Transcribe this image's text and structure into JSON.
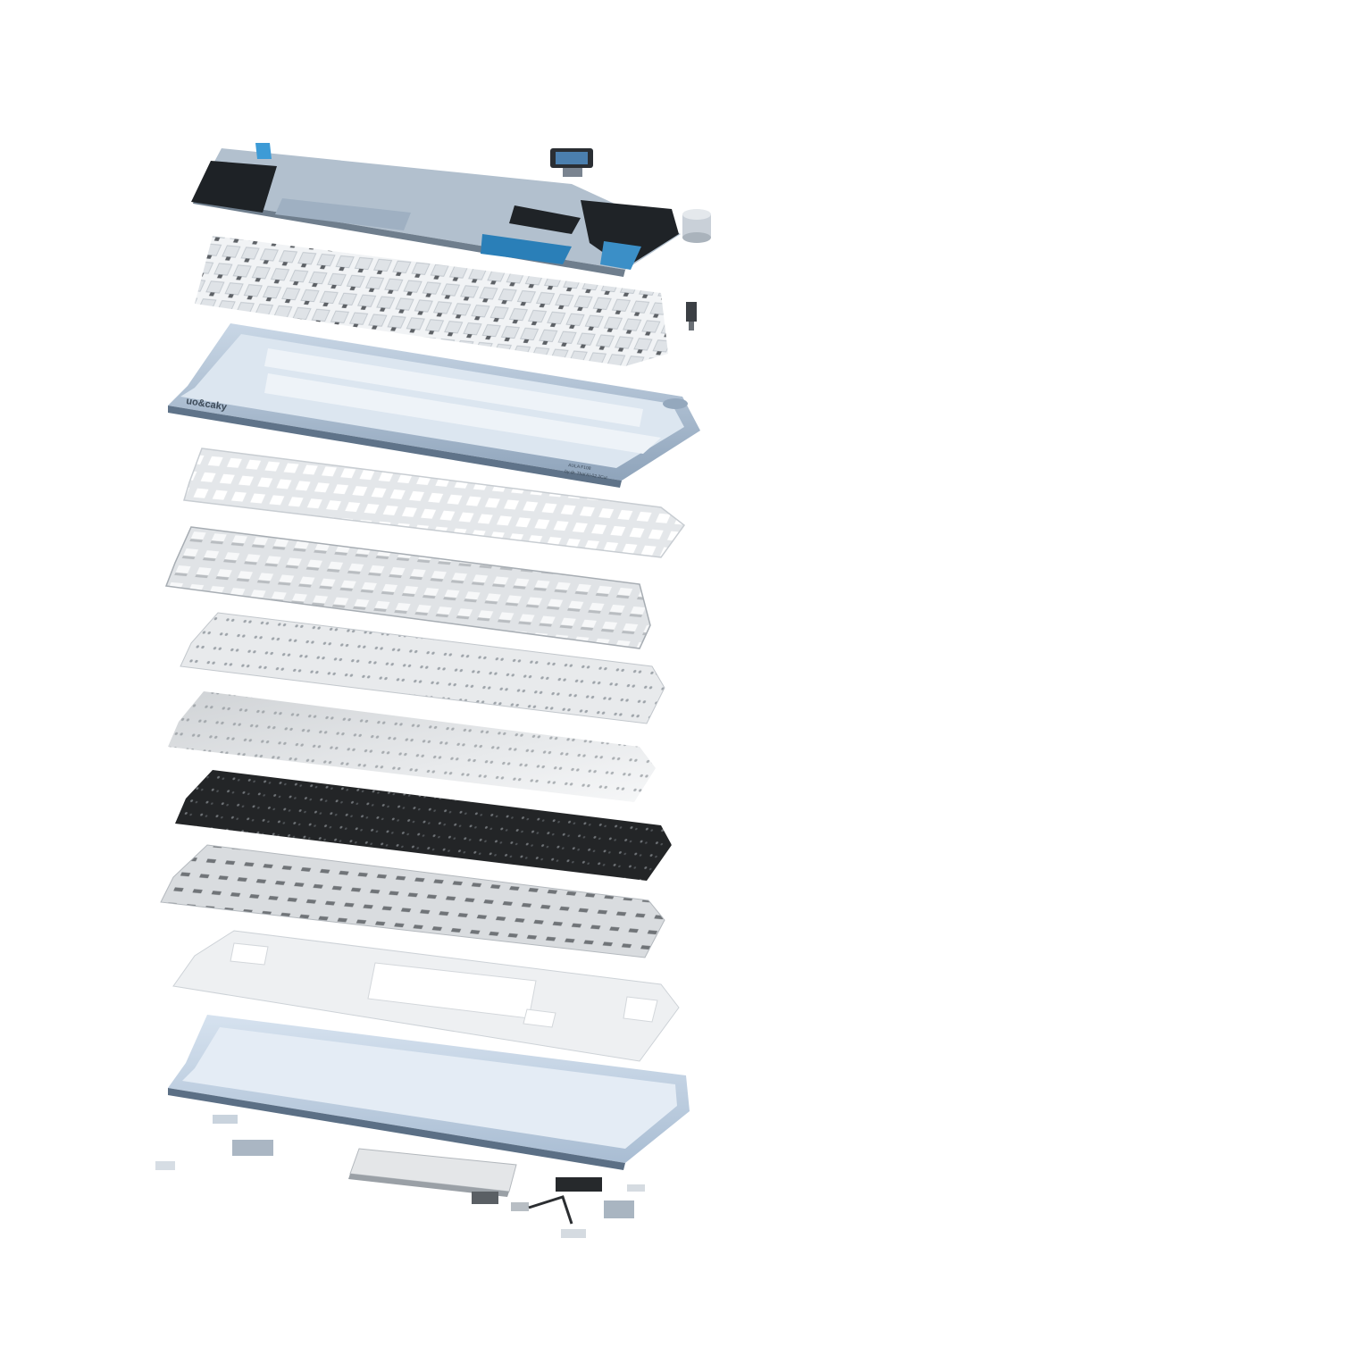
{
  "brand": {
    "logo_text": "uo&caky"
  },
  "case_label": {
    "line1": "AULA F108",
    "line2": "by dr. Thai'AI-02 2Cut"
  },
  "components": [
    {
      "name": "keycaps",
      "color": "#a9b7c6"
    },
    {
      "name": "oled-display-module",
      "color": "#2c3136"
    },
    {
      "name": "volume-knob",
      "color": "#c9d0d8"
    },
    {
      "name": "switches",
      "color": "#e8ecf0"
    },
    {
      "name": "rotary-encoder",
      "color": "#3b3f44"
    },
    {
      "name": "top-frame",
      "color": "#a9bfd6"
    },
    {
      "name": "plate",
      "color": "#e3e7eb"
    },
    {
      "name": "plate-foam",
      "color": "#dde1e4"
    },
    {
      "name": "ixpe-switch-pad",
      "color": "#e6e9ec"
    },
    {
      "name": "pcb-sheet",
      "color": "#d7dadd"
    },
    {
      "name": "pcb",
      "color": "#222426"
    },
    {
      "name": "bottom-foam",
      "color": "#d3d6d9"
    },
    {
      "name": "case-foam",
      "color": "#eef0f2"
    },
    {
      "name": "bottom-case",
      "color": "#b9cbe0"
    },
    {
      "name": "battery",
      "color": "#dfe2e5"
    },
    {
      "name": "small-parts",
      "color": "#b5bfc9"
    }
  ]
}
